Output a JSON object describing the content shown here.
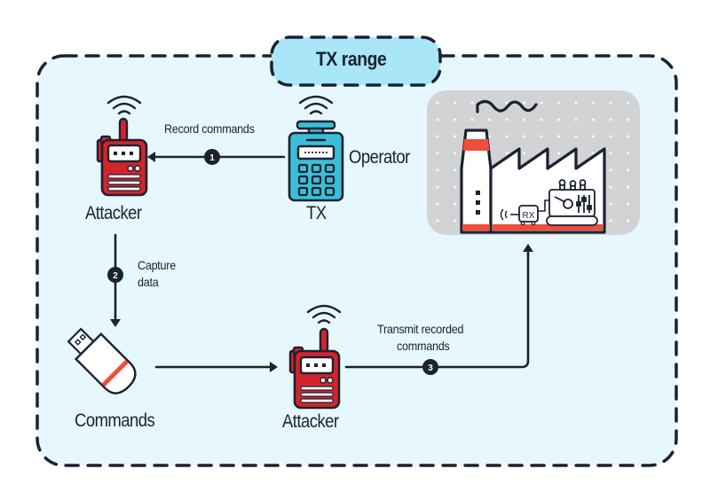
{
  "title": "TX range",
  "colors": {
    "range_fill": "#e6f8fd",
    "range_border": "#1c2230",
    "title_fill": "#a9e6f7",
    "attacker_red": "#d3242b",
    "tx_blue": "#3bbfd8",
    "factory_bg": "#d2d3d5",
    "factory_accent": "#ef4e3a",
    "ink": "#1c2230"
  },
  "nodes": {
    "attacker_top": {
      "label": "Attacker",
      "icon": "walkie-talkie-icon"
    },
    "tx": {
      "label": "TX",
      "icon": "remote-transmitter-icon"
    },
    "operator": {
      "label": "Operator"
    },
    "factory": {
      "icon": "factory-icon",
      "receiver_label": "RX"
    },
    "usb": {
      "label": "Commands",
      "icon": "usb-drive-icon"
    },
    "attacker_bottom": {
      "label": "Attacker",
      "icon": "walkie-talkie-icon"
    }
  },
  "steps": [
    {
      "number": "1",
      "label": "Record commands"
    },
    {
      "number": "2",
      "label_line1": "Capture",
      "label_line2": "data"
    },
    {
      "number": "3",
      "label_line1": "Transmit recorded",
      "label_line2": "commands"
    }
  ]
}
